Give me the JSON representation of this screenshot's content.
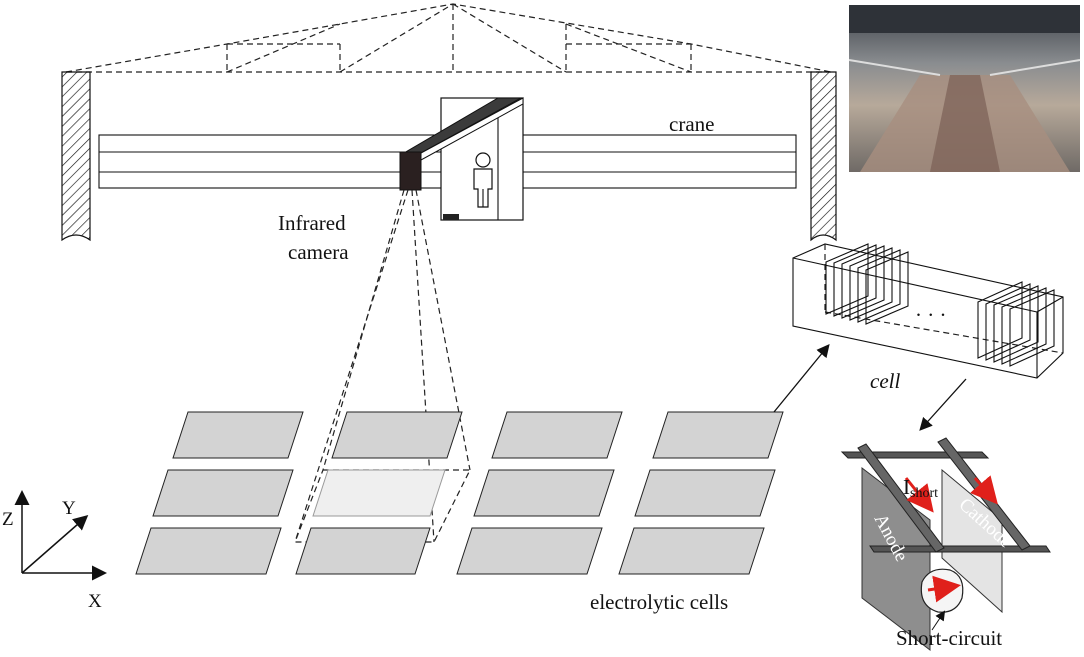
{
  "labels": {
    "crane": "crane",
    "infrared_camera_line1": "Infrared",
    "infrared_camera_line2": "camera",
    "cell": "cell",
    "electrolytic_cells": "electrolytic cells",
    "i_short_main": "I",
    "i_short_sub": "short",
    "anode": "Anode",
    "cathode": "Cathode",
    "short_circuit": "Short-circuit",
    "ellipsis": "· · ·"
  },
  "axes": {
    "x": "X",
    "y": "Y",
    "z": "Z"
  },
  "photo": {
    "description_icon": "factory-hall-photo"
  },
  "colors": {
    "arrow_red": "#e0201b",
    "pad_grey": "#d3d3d3",
    "pad_highlight": "#efefef"
  }
}
